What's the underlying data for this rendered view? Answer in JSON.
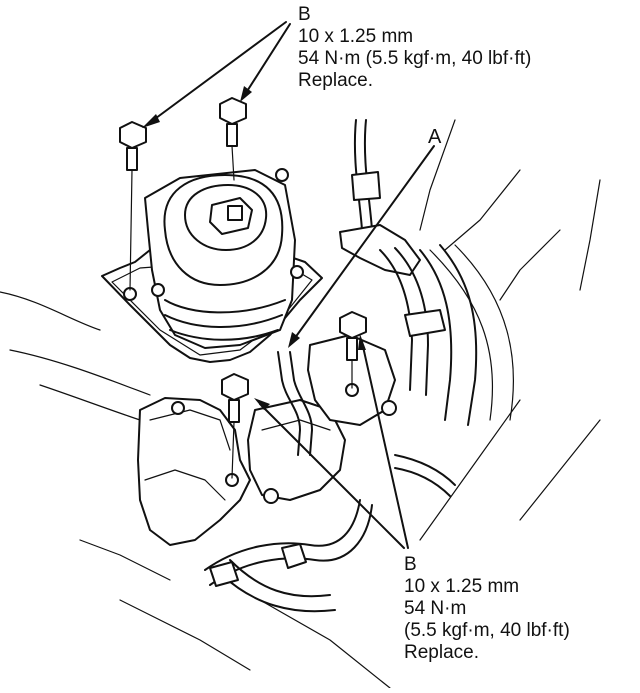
{
  "callouts": {
    "b_top": {
      "letter": "B",
      "spec": "10 x 1.25 mm",
      "torque": "54 N·m (5.5 kgf·m, 40 lbf·ft)",
      "note": "Replace."
    },
    "a": {
      "letter": "A"
    },
    "b_bottom": {
      "letter": "B",
      "spec": "10 x 1.25 mm",
      "torque": "54 N·m",
      "torque_alt": "(5.5 kgf·m, 40 lbf·ft)",
      "note": "Replace."
    }
  }
}
